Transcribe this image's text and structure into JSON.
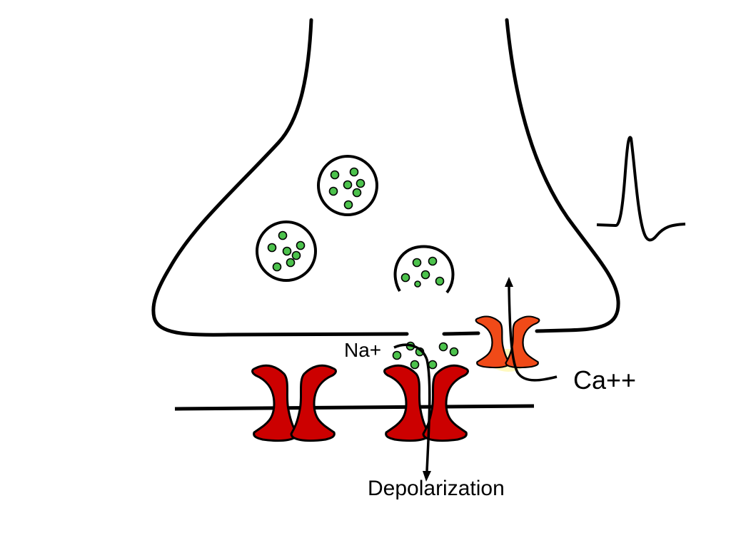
{
  "labels": {
    "sodium_ion": "Na+",
    "calcium_ion": "Ca++",
    "depolarization": "Depolarization"
  },
  "icons": {
    "vesicle": "vesicle-circle",
    "neurotransmitter": "green-dot",
    "postsynaptic_channel": "ligand-gated-channel",
    "presynaptic_channel": "voltage-gated-calcium-channel",
    "action_potential": "spike-trace"
  },
  "colors": {
    "outline": "#000000",
    "neurotransmitter": "#4cc24c",
    "postsynaptic_channel": "#cc0000",
    "calcium_channel": "#f04a18",
    "calcium_glow": "#fff9c0"
  }
}
